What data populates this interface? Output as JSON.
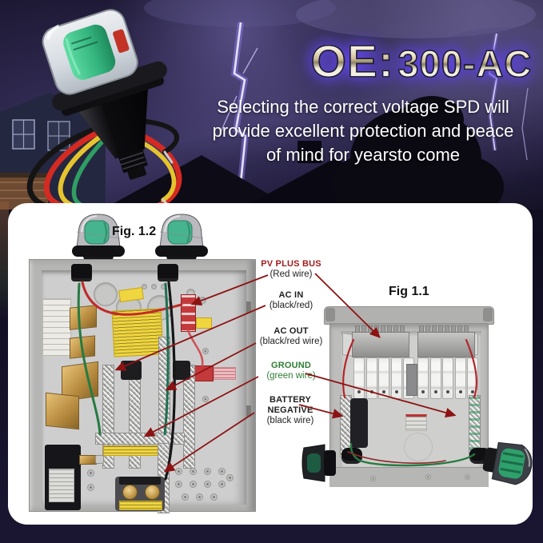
{
  "hero": {
    "model_prefix": "OE:",
    "model_number": "300-AC",
    "tagline_lines": [
      "Selecting the correct voltage SPD will",
      "provide excellent protection and peace",
      "of mind for yearsto come"
    ]
  },
  "figure_labels": {
    "fig_1_2": "Fig. 1.2",
    "fig_1_1": "Fig 1.1"
  },
  "callouts": [
    {
      "id": "pv-plus-bus",
      "title": "PV PLUS BUS",
      "subtitle": "(Red wire)"
    },
    {
      "id": "ac-in",
      "title": "AC IN",
      "subtitle": "(black/red)"
    },
    {
      "id": "ac-out",
      "title": "AC OUT",
      "subtitle": "(black/red wire)"
    },
    {
      "id": "ground",
      "title": "GROUND",
      "subtitle": "(green wire)"
    },
    {
      "id": "battery-negative",
      "title": "BATTERY NEGATIVE",
      "subtitle": "(black wire)"
    }
  ],
  "colors": {
    "callout_red": "#a31d1d",
    "callout_green": "#2e7d33",
    "arrow": "#8c1313",
    "device_green": "#3bbd84",
    "wire_red": "#d42a22",
    "wire_yellow": "#e5c42e",
    "wire_green": "#2f9e62",
    "wire_black": "#141414",
    "title_glow": "#7052ff"
  }
}
